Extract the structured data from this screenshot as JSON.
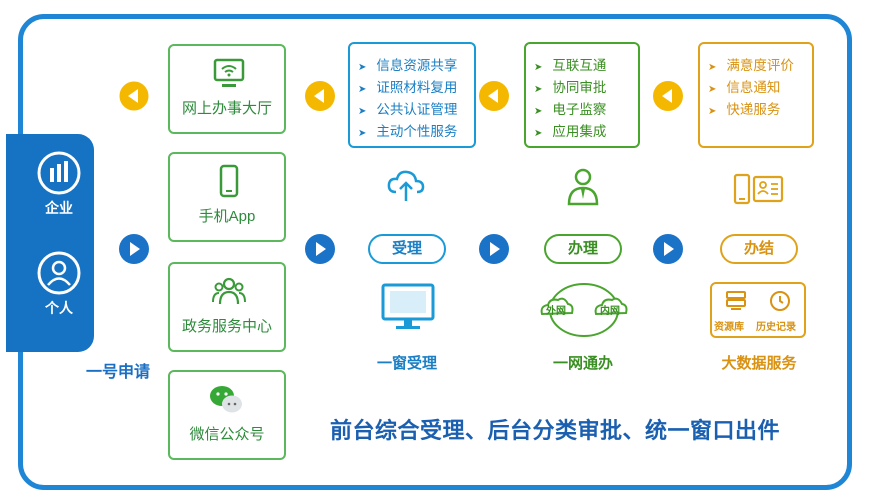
{
  "applicants": {
    "enterprise_label": "企业",
    "person_label": "个人",
    "apply_label": "一号申请"
  },
  "channels": [
    {
      "label": "网上办事大厅",
      "icon": "monitor-wifi-icon"
    },
    {
      "label": "手机App",
      "icon": "mobile-phone-icon"
    },
    {
      "label": "政务服务中心",
      "icon": "people-group-icon"
    },
    {
      "label": "微信公众号",
      "icon": "wechat-icon"
    }
  ],
  "features": {
    "accept": {
      "items": [
        "信息资源共享",
        "证照材料复用",
        "公共认证管理",
        "主动个性服务"
      ],
      "color": "#1a9ad6"
    },
    "handle": {
      "items": [
        "互联互通",
        "协同审批",
        "电子监察",
        "应用集成"
      ],
      "color": "#4aa52e"
    },
    "finish": {
      "items": [
        "满意度评价",
        "信息通知",
        "快递服务"
      ],
      "color": "#e0a21a"
    }
  },
  "stages": {
    "accept": {
      "pill": "受理",
      "title": "一窗受理",
      "icon": "cloud-upload-icon",
      "bottom_icon": "monitor-icon"
    },
    "handle": {
      "pill": "办理",
      "title": "一网通办",
      "icon": "person-icon",
      "outer_label": "外网",
      "inner_label": "内网"
    },
    "finish": {
      "pill": "办结",
      "title": "大数据服务",
      "icon": "phone-certificate-icon",
      "db_label": "资源库",
      "history_label": "历史记录"
    }
  },
  "slogan": "前台综合受理、后台分类审批、统一窗口出件",
  "colors": {
    "frame": "#1f86d6",
    "side_tab": "#1672c2",
    "channel_border": "#5cb85c",
    "arrow_yellow": "#f5b800",
    "arrow_blue": "#1b73c7"
  }
}
